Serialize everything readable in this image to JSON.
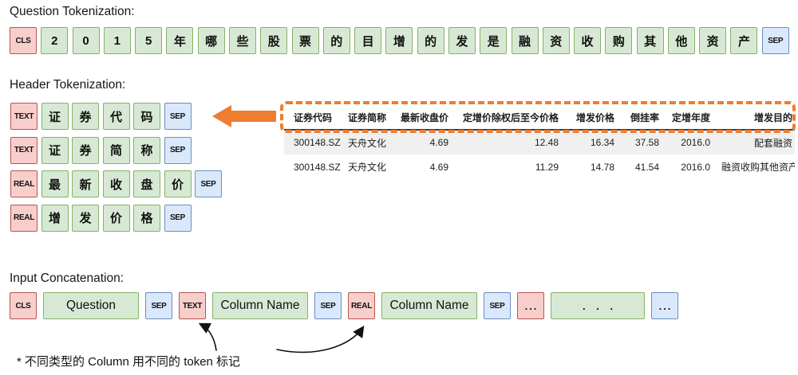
{
  "titles": {
    "question": "Question Tokenization:",
    "header": "Header Tokenization:",
    "concat": "Input Concatenation:"
  },
  "footnote": "* 不同类型的 Column 用不同的 token 标记",
  "colors": {
    "green_fill": "#d7e9d4",
    "green_border": "#82b366",
    "red_fill": "#f8cecc",
    "red_border": "#b85450",
    "blue_fill": "#dae8fc",
    "blue_border": "#6c8ebf",
    "orange_accent": "#ed7d31",
    "table_alt_row": "#f0f0f0"
  },
  "icons": {
    "big_arrow": "orange-left-arrow",
    "annotation_arrow_text": "curved-arrow-to-text-token",
    "annotation_arrow_real": "curved-arrow-to-real-token"
  },
  "question_tokens": [
    {
      "t": "CLS",
      "k": "marker",
      "c": "red"
    },
    {
      "t": "2"
    },
    {
      "t": "0"
    },
    {
      "t": "1"
    },
    {
      "t": "5"
    },
    {
      "t": "年"
    },
    {
      "t": "哪"
    },
    {
      "t": "些"
    },
    {
      "t": "股"
    },
    {
      "t": "票"
    },
    {
      "t": "的"
    },
    {
      "t": "目"
    },
    {
      "t": "增"
    },
    {
      "t": "的"
    },
    {
      "t": "发"
    },
    {
      "t": "是"
    },
    {
      "t": "融"
    },
    {
      "t": "资"
    },
    {
      "t": "收"
    },
    {
      "t": "购"
    },
    {
      "t": "其"
    },
    {
      "t": "他"
    },
    {
      "t": "资"
    },
    {
      "t": "产"
    },
    {
      "t": "SEP",
      "k": "marker",
      "c": "blue"
    }
  ],
  "header_rows": [
    [
      {
        "t": "TEXT",
        "k": "marker",
        "c": "red"
      },
      {
        "t": "证"
      },
      {
        "t": "券"
      },
      {
        "t": "代"
      },
      {
        "t": "码"
      },
      {
        "t": "SEP",
        "k": "marker",
        "c": "blue"
      }
    ],
    [
      {
        "t": "TEXT",
        "k": "marker",
        "c": "red"
      },
      {
        "t": "证"
      },
      {
        "t": "券"
      },
      {
        "t": "简"
      },
      {
        "t": "称"
      },
      {
        "t": "SEP",
        "k": "marker",
        "c": "blue"
      }
    ],
    [
      {
        "t": "REAL",
        "k": "marker",
        "c": "red"
      },
      {
        "t": "最"
      },
      {
        "t": "新"
      },
      {
        "t": "收"
      },
      {
        "t": "盘"
      },
      {
        "t": "价"
      },
      {
        "t": "SEP",
        "k": "marker",
        "c": "blue"
      }
    ],
    [
      {
        "t": "REAL",
        "k": "marker",
        "c": "red"
      },
      {
        "t": "增"
      },
      {
        "t": "发"
      },
      {
        "t": "价"
      },
      {
        "t": "格"
      },
      {
        "t": "SEP",
        "k": "marker",
        "c": "blue"
      }
    ]
  ],
  "table": {
    "columns": [
      "证券代码",
      "证券简称",
      "最新收盘价",
      "定增价除权后至今价格",
      "增发价格",
      "倒挂率",
      "定增年度",
      "增发目的"
    ],
    "rows": [
      [
        "300148.SZ",
        "天舟文化",
        "4.69",
        "12.48",
        "16.34",
        "37.58",
        "2016.0",
        "配套融资"
      ],
      [
        "300148.SZ",
        "天舟文化",
        "4.69",
        "11.29",
        "14.78",
        "41.54",
        "2016.0",
        "融资收购其他资产"
      ]
    ]
  },
  "concat_tokens": [
    {
      "t": "CLS",
      "k": "marker",
      "c": "red"
    },
    {
      "t": "Question",
      "k": "wide",
      "c": "green"
    },
    {
      "t": "SEP",
      "k": "marker",
      "c": "blue"
    },
    {
      "t": "TEXT",
      "k": "marker",
      "c": "red"
    },
    {
      "t": "Column Name",
      "k": "wide",
      "c": "green"
    },
    {
      "t": "SEP",
      "k": "marker",
      "c": "blue"
    },
    {
      "t": "REAL",
      "k": "marker",
      "c": "red"
    },
    {
      "t": "Column Name",
      "k": "wide",
      "c": "green"
    },
    {
      "t": "SEP",
      "k": "marker",
      "c": "blue"
    },
    {
      "t": "...",
      "k": "dots",
      "c": "red"
    },
    {
      "t": ". . .",
      "k": "dots-wide",
      "c": "green"
    },
    {
      "t": "...",
      "k": "dots",
      "c": "blue"
    }
  ]
}
